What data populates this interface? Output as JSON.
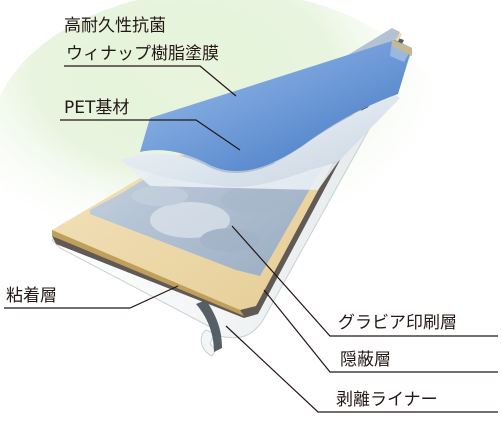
{
  "labels": {
    "antibacterial": "高耐久性抗菌",
    "coating": "ウィナップ樹脂塗膜",
    "pet": "PET基材",
    "adhesive": "粘着層",
    "gravure": "グラビア印刷層",
    "concealing": "隠蔽層",
    "liner": "剥離ライナー"
  },
  "colors": {
    "coating_top": "#4f86cf",
    "pet_film": "#e7eef5",
    "print_layer": "#b9c8d8",
    "adhesive": "#f0ddb0",
    "liner": "#f4f6f6",
    "leader_line": "#231815",
    "glow": "#cfe7b8"
  }
}
